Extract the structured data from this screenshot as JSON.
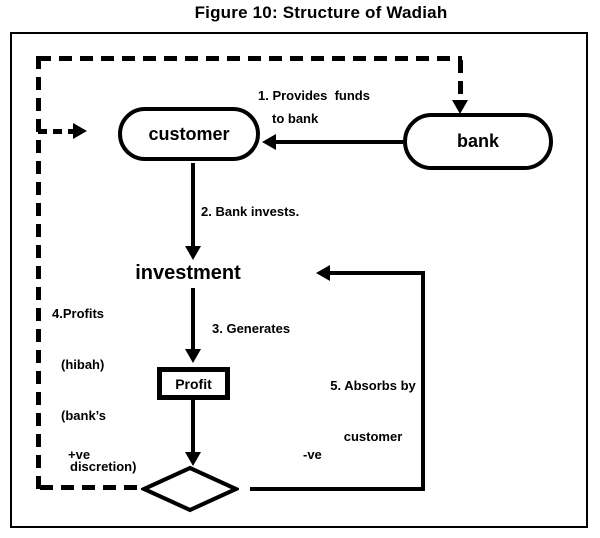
{
  "title": "Figure 10: Structure of Wadiah",
  "diagram": {
    "nodes": {
      "customer": "customer",
      "bank": "bank",
      "investment": "investment",
      "profit": "Profit"
    },
    "edge_labels": {
      "step1_line1": "1. Provides  funds",
      "step1_line2": "to bank",
      "step2": "2. Bank invests.",
      "step3": "3. Generates",
      "step4": [
        "4.Profits",
        "(hibah)",
        "(bank’s",
        "discretion)"
      ],
      "step5_line1": "5. Absorbs by",
      "step5_line2": "customer",
      "positive": "+ve",
      "negative": "-ve"
    },
    "colors": {
      "line": "#000000",
      "background": "#ffffff",
      "text": "#000000"
    }
  }
}
